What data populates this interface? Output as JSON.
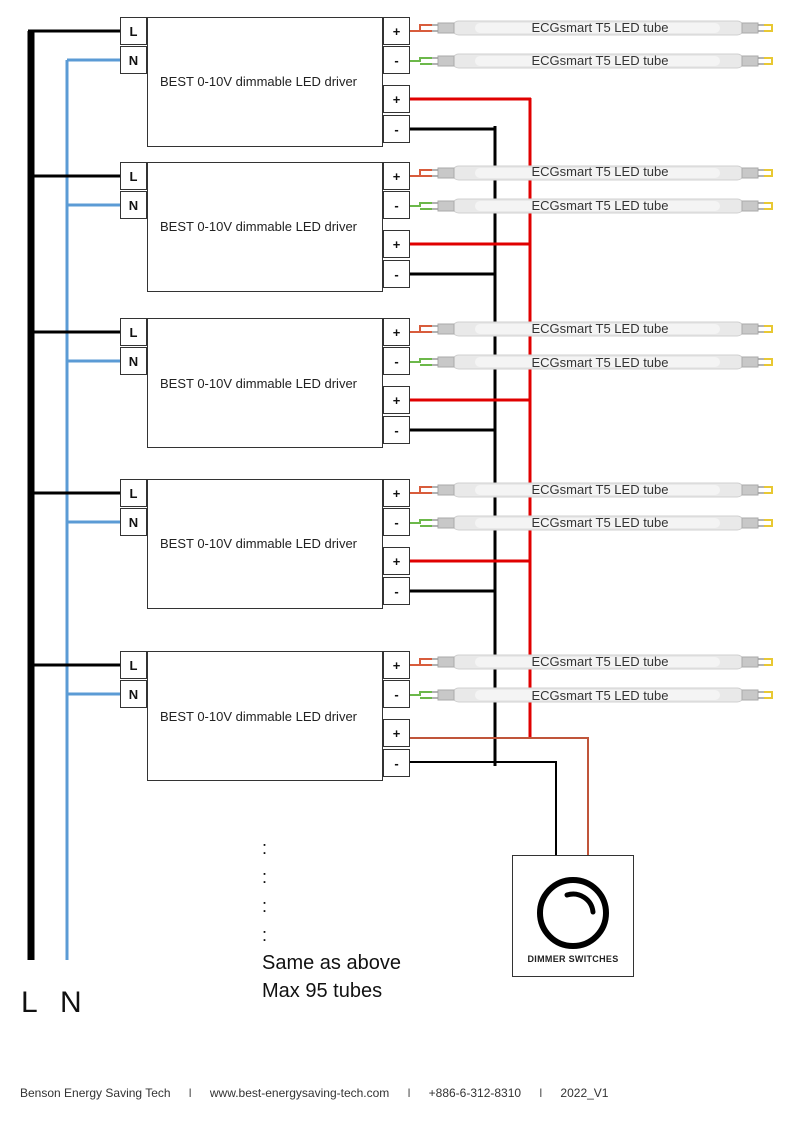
{
  "drivers": [
    {
      "label": "BEST 0-10V dimmable LED driver",
      "in_l": "L",
      "in_n": "N",
      "out_pos": "+",
      "out_neg": "-",
      "dim_pos": "+",
      "dim_neg": "-"
    },
    {
      "label": "BEST 0-10V dimmable LED driver",
      "in_l": "L",
      "in_n": "N",
      "out_pos": "+",
      "out_neg": "-",
      "dim_pos": "+",
      "dim_neg": "-"
    },
    {
      "label": "BEST 0-10V dimmable LED driver",
      "in_l": "L",
      "in_n": "N",
      "out_pos": "+",
      "out_neg": "-",
      "dim_pos": "+",
      "dim_neg": "-"
    },
    {
      "label": "BEST 0-10V dimmable LED driver",
      "in_l": "L",
      "in_n": "N",
      "out_pos": "+",
      "out_neg": "-",
      "dim_pos": "+",
      "dim_neg": "-"
    },
    {
      "label": "BEST 0-10V dimmable LED driver",
      "in_l": "L",
      "in_n": "N",
      "out_pos": "+",
      "out_neg": "-",
      "dim_pos": "+",
      "dim_neg": "-"
    }
  ],
  "tube_label": "ECGsmart T5 LED tube",
  "continuation": {
    "dots": [
      ":",
      ":",
      ":",
      ":"
    ],
    "line1": "Same as above",
    "line2": "Max 95 tubes"
  },
  "mains": {
    "l": "L",
    "n": "N"
  },
  "dimmer": {
    "label": "DIMMER SWITCHES"
  },
  "footer": {
    "company": "Benson Energy Saving Tech",
    "separator": "I",
    "website": "www.best-energysaving-tech.com",
    "phone": "+886-6-312-8310",
    "version": "2022_V1"
  },
  "colors": {
    "live": "#000000",
    "neutral": "#5b9bd5",
    "dim_positive": "#e00000",
    "dim_negative": "#000000",
    "tube_positive": "#d85c3c",
    "tube_negative": "#6cb84a",
    "tube_end": "#e8c832",
    "dimmer_wire": "#c0553a"
  }
}
